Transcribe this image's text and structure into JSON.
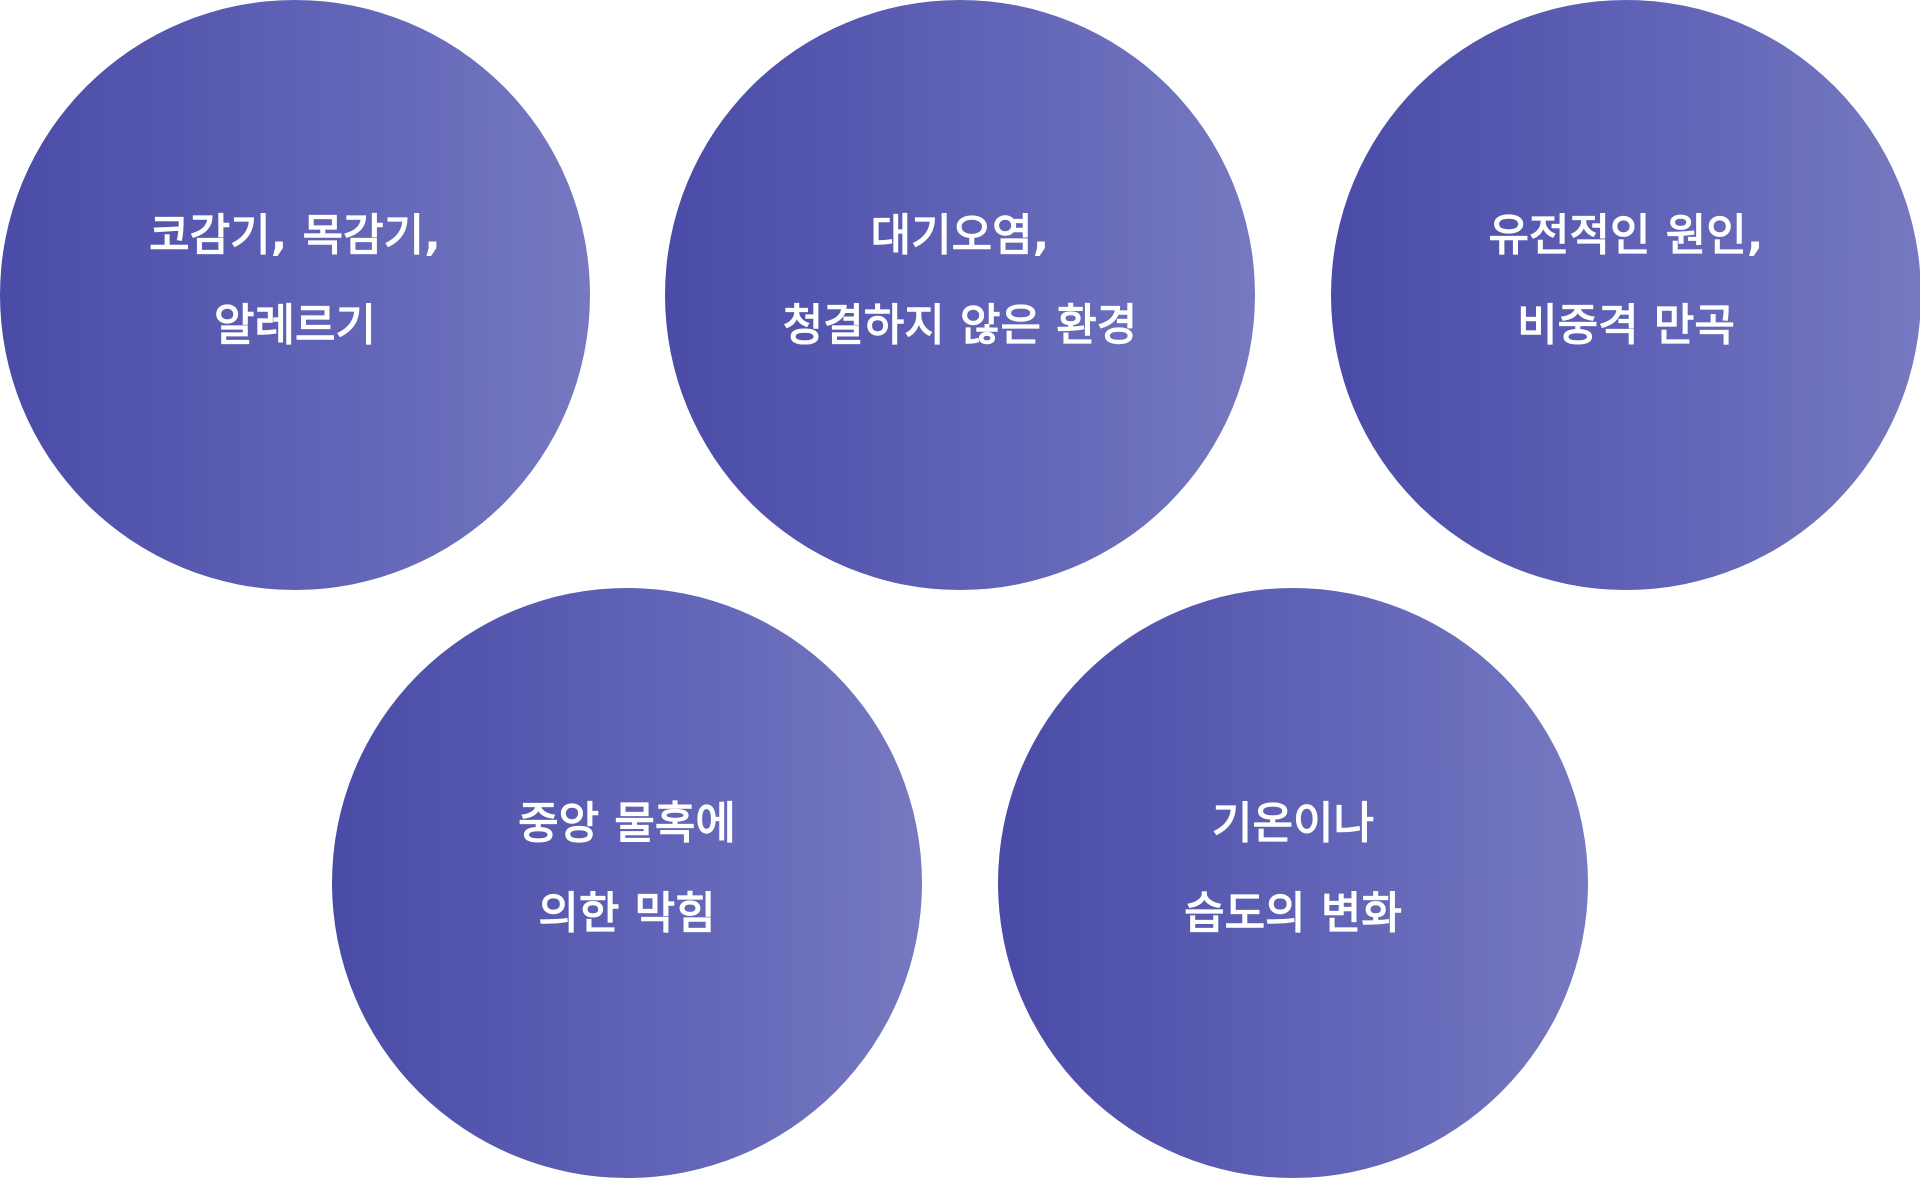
{
  "items": [
    {
      "line1": "코감기, 목감기,",
      "line2": "알레르기"
    },
    {
      "line1": "대기오염,",
      "line2": "청결하지 않은 환경"
    },
    {
      "line1": "유전적인 원인,",
      "line2": "비중격 만곡"
    },
    {
      "line1": "중앙 물혹에",
      "line2": "의한 막힘"
    },
    {
      "line1": "기온이나",
      "line2": "습도의 변화"
    }
  ]
}
